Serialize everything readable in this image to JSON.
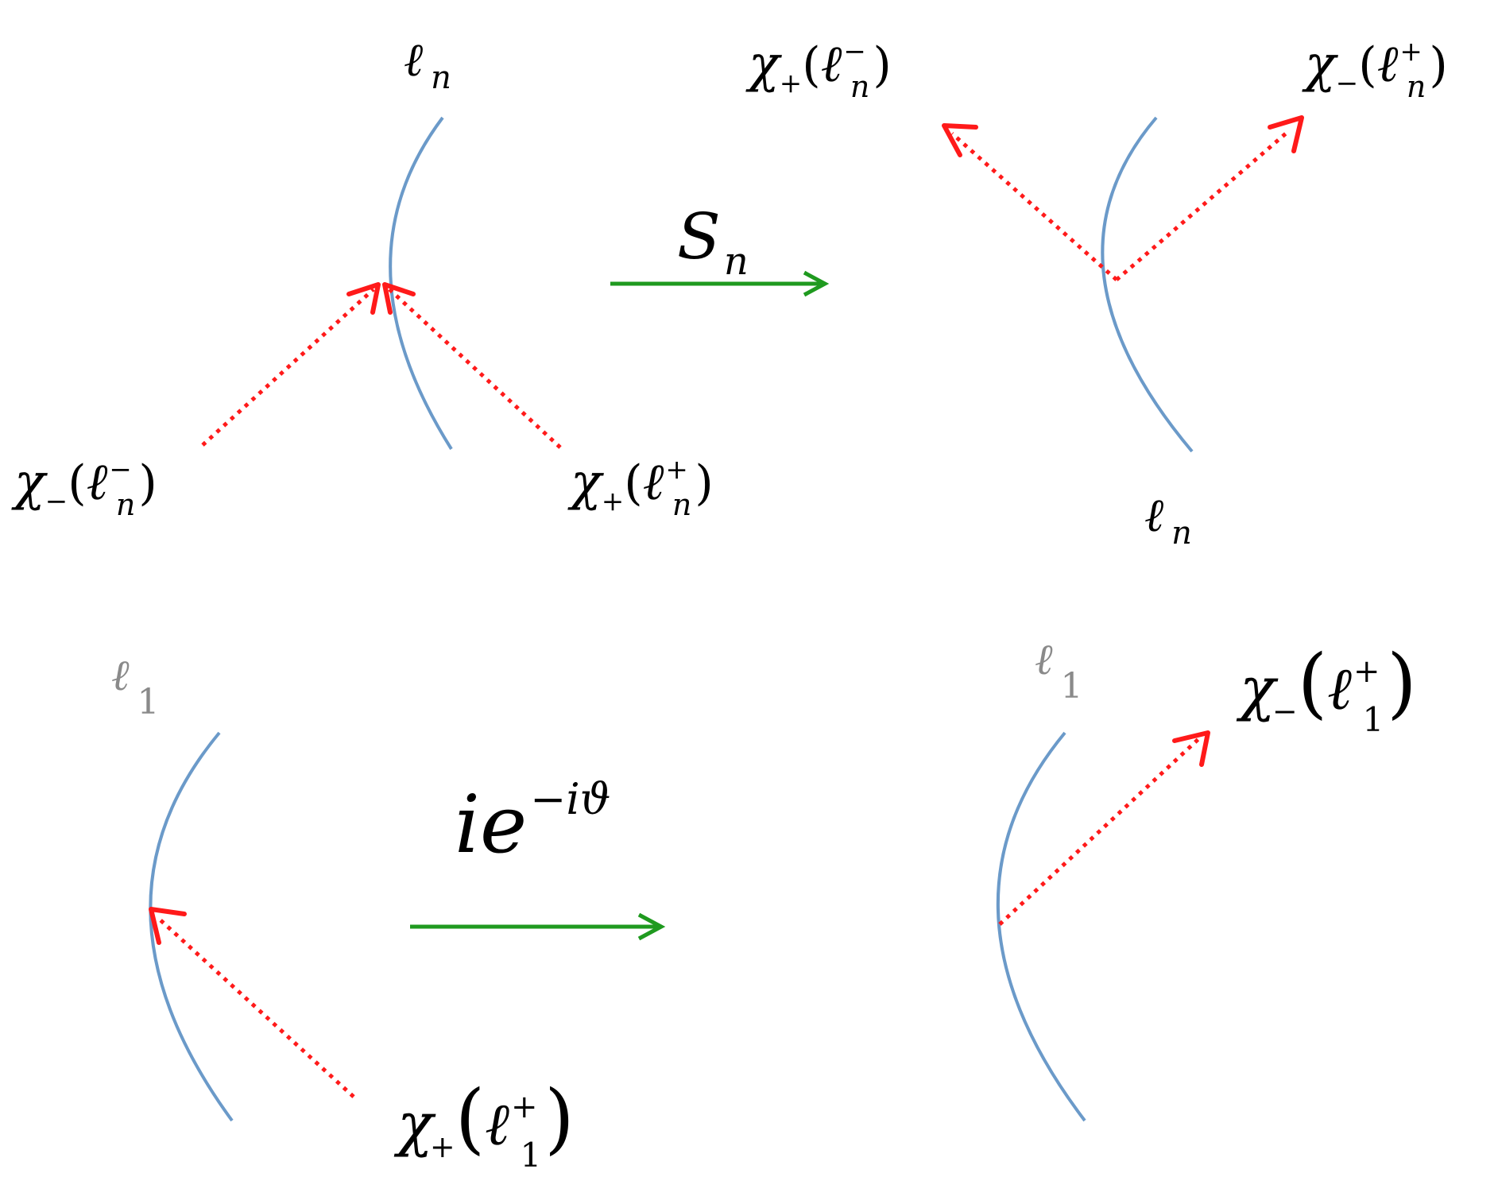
{
  "colors": {
    "curve": "#6b9ac9",
    "ray": "#ff1a1a",
    "map_arrow": "#1f9a1f",
    "text": "#000000",
    "faint_text": "#8a8a8a"
  },
  "top_left": {
    "curve_label": {
      "base": "ℓ",
      "sub": "n"
    },
    "left_ray_label": {
      "base": "χ",
      "sub": "−",
      "arg_base": "ℓ",
      "arg_sup": "−",
      "arg_sub": "n"
    },
    "right_ray_label": {
      "base": "χ",
      "sub": "+",
      "arg_base": "ℓ",
      "arg_sup": "+",
      "arg_sub": "n"
    }
  },
  "top_map": {
    "base": "S",
    "sub": "n"
  },
  "top_right": {
    "curve_label": {
      "base": "ℓ",
      "sub": "n"
    },
    "left_ray_label": {
      "base": "χ",
      "sub": "+",
      "arg_base": "ℓ",
      "arg_sup": "−",
      "arg_sub": "n"
    },
    "right_ray_label": {
      "base": "χ",
      "sub": "−",
      "arg_base": "ℓ",
      "arg_sup": "+",
      "arg_sub": "n"
    }
  },
  "bottom_left": {
    "curve_label": {
      "base": "ℓ",
      "sub": "1"
    },
    "ray_label": {
      "base": "χ",
      "sub": "+",
      "arg_base": "ℓ",
      "arg_sup": "+",
      "arg_sub": "1"
    }
  },
  "bottom_map": {
    "base": "ie",
    "sup": "−iϑ"
  },
  "bottom_right": {
    "curve_label": {
      "base": "ℓ",
      "sub": "1"
    },
    "ray_label": {
      "base": "χ",
      "sub": "−",
      "arg_base": "ℓ",
      "arg_sup": "+",
      "arg_sub": "1"
    }
  }
}
